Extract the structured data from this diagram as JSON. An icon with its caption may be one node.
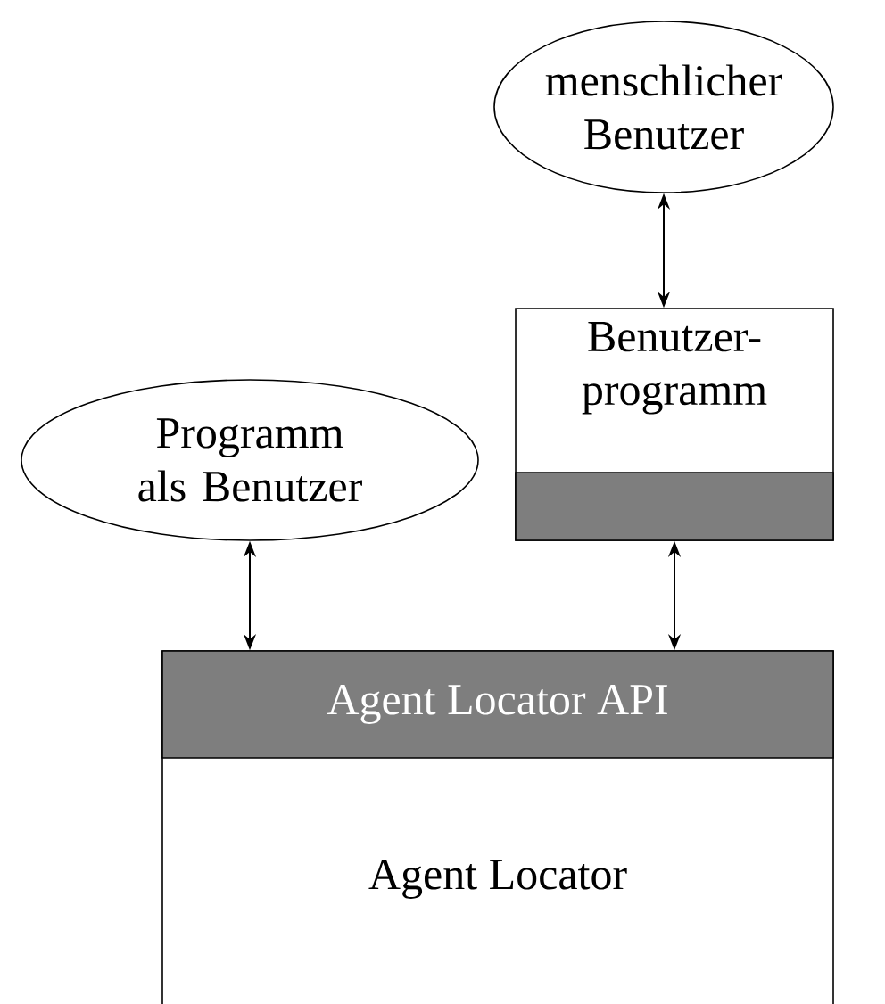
{
  "diagram": {
    "nodes": [
      {
        "text": [
          "menschlicher Benutzer"
        ]
      },
      {
        "text": [
          "Benutzer- programm"
        ]
      },
      {
        "text": [],
        "shape": "bar",
        "in": 1
      },
      {
        "text": [
          "Programm als Benutzer"
        ]
      },
      {
        "text": [
          "Agent Locator"
        ]
      },
      {
        "text": [
          "Agent Locator API"
        ],
        "in": 4
      }
    ],
    "edges": [
      {
        "from": 0,
        "to": 1,
        "arrow": "both"
      },
      {
        "from": 3,
        "to": 5,
        "arrow": "both"
      },
      {
        "from": 2,
        "to": 5,
        "arrow": "both"
      }
    ]
  }
}
